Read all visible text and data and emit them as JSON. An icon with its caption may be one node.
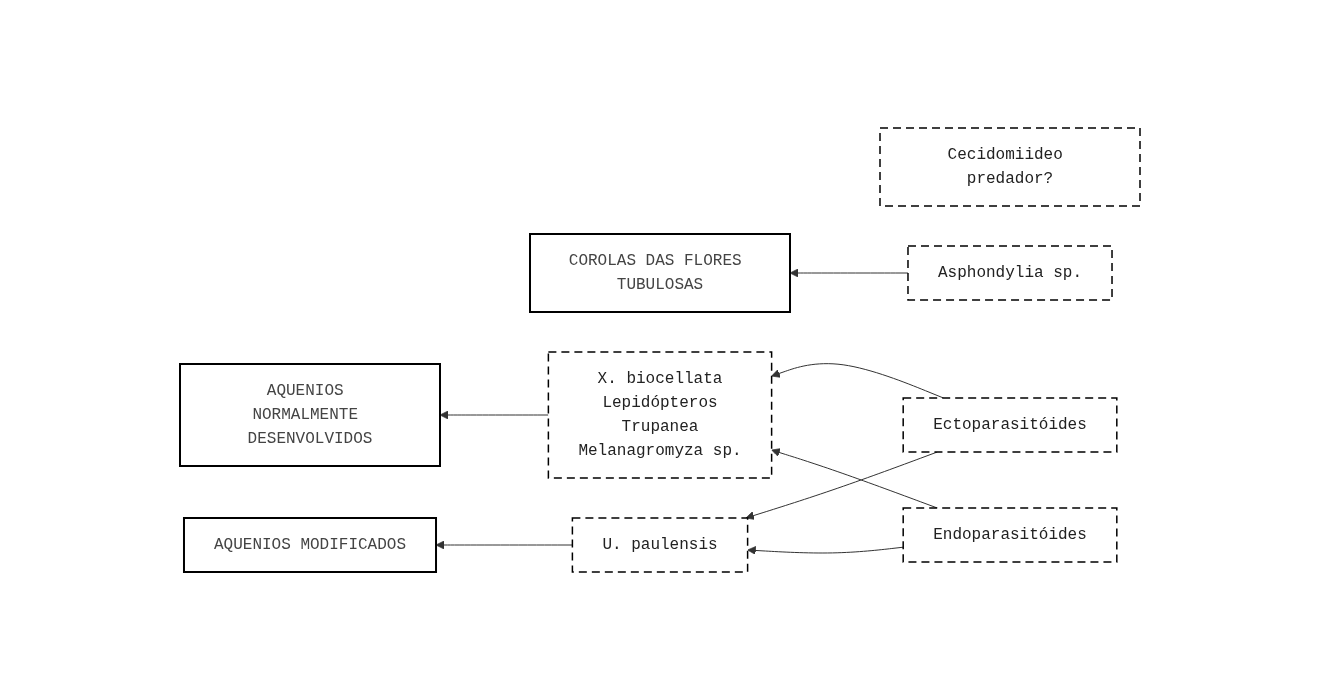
{
  "diagram": {
    "nodes": [
      {
        "text": [
          "COROLAS DAS FLORES TUBULOSAS"
        ]
      },
      {
        "text": [
          "Asphondylia sp."
        ]
      },
      {
        "text": [
          "Ectoparasitóides"
        ]
      },
      {
        "text": [
          "AQUENIOS NORMALMENTE DESENVOLVIDOS"
        ]
      },
      {
        "text": [
          "X. biocellata",
          "Lepidópteros",
          "Trupanea",
          "Melanagromyza sp."
        ]
      },
      {
        "text": [
          "Cecidomiideo predador?"
        ]
      },
      {
        "text": [
          "AQUENIOS MODIFICADOS"
        ]
      },
      {
        "text": [
          "U. paulensis"
        ]
      },
      {
        "text": [
          "Endoparasitóides"
        ]
      }
    ],
    "edges": [
      {
        "from": 1,
        "to": 0,
        "arrow": "to"
      },
      {
        "from": 4,
        "to": 3,
        "arrow": "to"
      },
      {
        "from": 7,
        "to": 6,
        "arrow": "to"
      },
      {
        "from": 2,
        "to": 4,
        "arrow": "to"
      },
      {
        "from": 2,
        "to": 7,
        "arrow": "to"
      },
      {
        "from": 8,
        "to": 4,
        "arrow": "to"
      },
      {
        "from": 8,
        "to": 7,
        "arrow": "to"
      }
    ]
  }
}
